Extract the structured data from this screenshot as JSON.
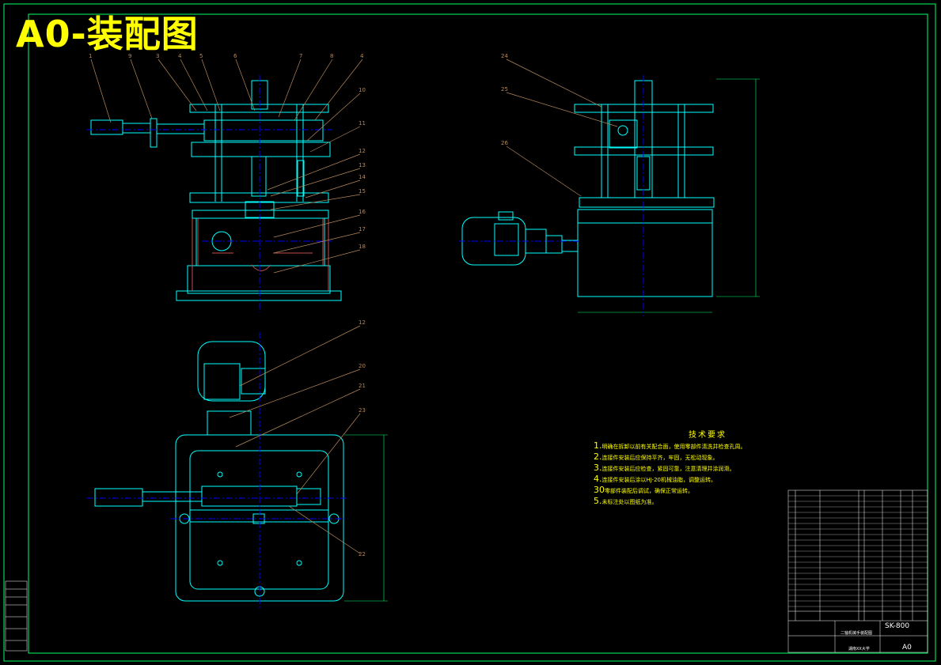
{
  "title": "A0-装配图",
  "colors": {
    "background": "#000000",
    "frame": "#00ff66",
    "outline": "#00ffff",
    "centerline": "#0000ff",
    "hatch": "#c0504d",
    "leader": "#b5895a",
    "title": "#ffff00"
  },
  "balloons_front": [
    "1",
    "9",
    "3",
    "4",
    "5",
    "6",
    "7",
    "8",
    "4",
    "10",
    "11",
    "12",
    "13",
    "14",
    "15",
    "16",
    "17",
    "18"
  ],
  "balloons_side": [
    "24",
    "25",
    "26"
  ],
  "balloons_top": [
    "12",
    "20",
    "21",
    "22",
    "23"
  ],
  "technical_requirements": {
    "heading": "技术要求",
    "items": [
      {
        "num": "1.",
        "text": "明确在拆卸以前有关配合面，使用零部件清洗并检查孔周。"
      },
      {
        "num": "2.",
        "text": "连接件安装后应保持平齐，牢固，无松动现象。"
      },
      {
        "num": "3.",
        "text": "连接件安装后应检查，紧固可靠，注意清理并涂润滑。"
      },
      {
        "num": "4.",
        "text": "连接件安装后涂以HJ-20机械油脂，调整运转。"
      },
      {
        "num": "30",
        "text": "零部件装配后调试，确保正常运转。"
      },
      {
        "num": "5.",
        "text": "未标注处以图纸为准。"
      }
    ]
  },
  "title_block": {
    "drawing_code": "SK-800",
    "sheet_size": "A0",
    "part_name": "二轴机械手装配图",
    "school": "湖南XX大学"
  }
}
